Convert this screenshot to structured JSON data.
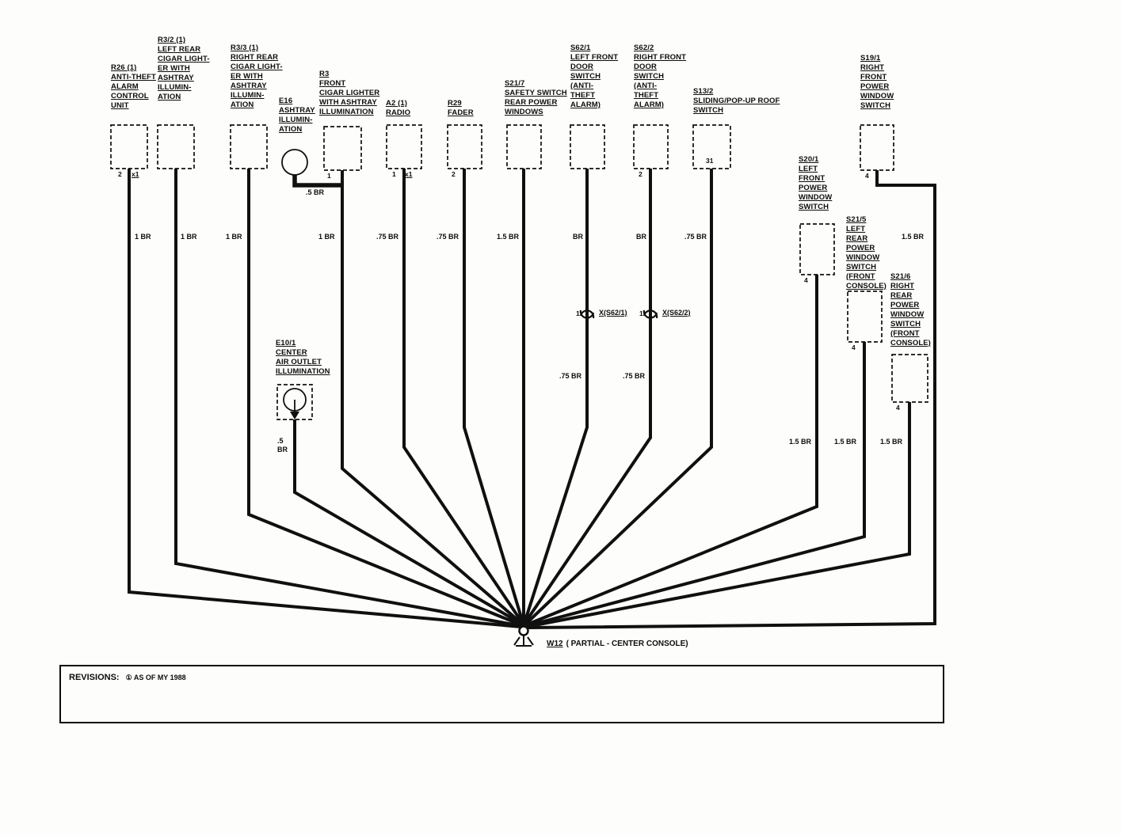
{
  "diagram": {
    "background": "#fdfdfb",
    "wire_color": "#101010",
    "ground": {
      "id": "W12",
      "desc": "( PARTIAL - CENTER CONSOLE)"
    },
    "revisions": {
      "heading": "REVISIONS:",
      "note": "① AS OF MY 1988"
    }
  },
  "components": {
    "r26": {
      "label": [
        "R26 (1)",
        "ANTI-THEFT",
        "ALARM",
        "CONTROL",
        "UNIT"
      ],
      "pin": "2",
      "pin_conn": "x1",
      "wire": "1 BR"
    },
    "r3_2": {
      "label": [
        "R3/2 (1)",
        "LEFT REAR",
        "CIGAR LIGHT-",
        "ER WITH",
        "ASHTRAY",
        "ILLUMIN-",
        "ATION"
      ],
      "wire": "1 BR"
    },
    "r3_3": {
      "label": [
        "R3/3 (1)",
        "RIGHT REAR",
        "CIGAR LIGHT-",
        "ER WITH",
        "ASHTRAY",
        "ILLUMIN-",
        "ATION"
      ],
      "wire": "1 BR"
    },
    "e16": {
      "label": [
        "E16",
        "ASHTRAY",
        "ILLUMIN-",
        "ATION"
      ],
      "wire": ".5 BR"
    },
    "r3": {
      "label": [
        "R3",
        "FRONT",
        "CIGAR LIGHTER",
        "WITH ASHTRAY",
        "ILLUMINATION"
      ],
      "pin": "1",
      "wire": "1 BR"
    },
    "a2": {
      "label": [
        "A2 (1)",
        "RADIO"
      ],
      "pin": "1",
      "pin_conn": "x1",
      "wire": ".75 BR"
    },
    "r29": {
      "label": [
        "R29",
        "FADER"
      ],
      "pin": "2",
      "wire": ".75 BR"
    },
    "s21_7": {
      "label": [
        "S21/7",
        "SAFETY SWITCH",
        "REAR POWER",
        "WINDOWS"
      ],
      "wire": "1.5 BR"
    },
    "s62_1": {
      "label": [
        "S62/1",
        "LEFT FRONT",
        "DOOR",
        "SWITCH",
        "(ANTI-",
        "THEFT",
        "ALARM)"
      ],
      "wire": "BR",
      "wire_lower": ".75 BR"
    },
    "s62_2": {
      "label": [
        "S62/2",
        "RIGHT FRONT",
        "DOOR",
        "SWITCH",
        "(ANTI-",
        "THEFT",
        "ALARM)"
      ],
      "pin": "2",
      "wire": "BR",
      "wire_lower": ".75 BR"
    },
    "s13_2": {
      "label": [
        "S13/2",
        "SLIDING/POP-UP ROOF",
        "SWITCH"
      ],
      "pin": "31",
      "wire": ".75 BR"
    },
    "s20_1": {
      "label": [
        "S20/1",
        "LEFT",
        "FRONT",
        "POWER",
        "WINDOW",
        "SWITCH"
      ],
      "pin": "4",
      "wire": "1.5 BR"
    },
    "s21_5": {
      "label": [
        "S21/5",
        "LEFT",
        "REAR",
        "POWER",
        "WINDOW",
        "SWITCH",
        "(FRONT",
        "CONSOLE)"
      ],
      "pin": "4",
      "wire": "1.5 BR"
    },
    "s19_1": {
      "label": [
        "S19/1",
        "RIGHT",
        "FRONT",
        "POWER",
        "WINDOW",
        "SWITCH"
      ],
      "pin": "4",
      "wire": "1.5 BR"
    },
    "s21_6": {
      "label": [
        "S21/6",
        "RIGHT",
        "REAR",
        "POWER",
        "WINDOW",
        "SWITCH",
        "(FRONT",
        "CONSOLE)"
      ],
      "pin": "4",
      "wire": "1.5 BR"
    },
    "e10_1": {
      "label": [
        "E10/1",
        "CENTER",
        "AIR OUTLET",
        "ILLUMINATION"
      ],
      "wire": ".5\nBR"
    }
  },
  "connectors": {
    "x_s62_1": {
      "pin": "1",
      "label": "X(S62/1)"
    },
    "x_s62_2": {
      "pin": "1",
      "label": "X(S62/2)"
    }
  }
}
